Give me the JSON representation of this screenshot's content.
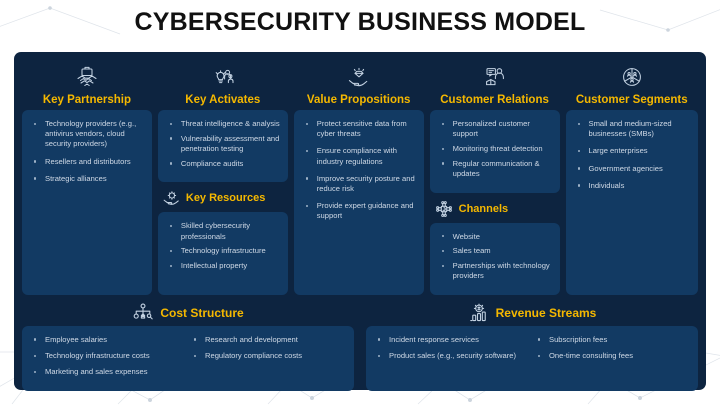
{
  "page": {
    "title": "CYBERSECURITY BUSINESS MODEL",
    "background_color": "#ffffff",
    "panel_color": "#0d2440",
    "card_color": "#123a63",
    "accent_color": "#f5b800",
    "body_text_color": "#cfd9e6"
  },
  "columns": [
    {
      "id": "key-partnership",
      "title": "Key Partnership",
      "icon": "handshake-briefcase-icon",
      "items": [
        "Technology providers (e.g., antivirus vendors, cloud security providers)",
        "Resellers and distributors",
        "Strategic alliances"
      ]
    },
    {
      "id": "key-activates",
      "title": "Key Activates",
      "icon": "lightbulb-people-icon",
      "items": [
        "Threat intelligence & analysis",
        "Vulnerability assessment and penetration testing",
        "Compliance audits"
      ],
      "sub": {
        "id": "key-resources",
        "title": "Key Resources",
        "icon": "hand-gear-icon",
        "items": [
          "Skilled cybersecurity professionals",
          "Technology infrastructure",
          "Intellectual property"
        ]
      }
    },
    {
      "id": "value-propositions",
      "title": "Value Propositions",
      "icon": "hand-diamond-icon",
      "items": [
        "Protect sensitive data from cyber threats",
        "Ensure compliance with industry regulations",
        "Improve security posture and reduce risk",
        "Provide expert guidance and support"
      ]
    },
    {
      "id": "customer-relations",
      "title": "Customer Relations",
      "icon": "person-screen-icon",
      "items": [
        "Personalized customer support",
        "Monitoring threat detection",
        "Regular communication & updates"
      ],
      "sub": {
        "id": "channels",
        "title": "Channels",
        "icon": "network-nodes-icon",
        "items": [
          "Website",
          "Sales team",
          "Partnerships with technology providers"
        ]
      }
    },
    {
      "id": "customer-segments",
      "title": "Customer Segments",
      "icon": "segmented-circle-icon",
      "items": [
        "Small and medium-sized businesses (SMBs)",
        "Large enterprises",
        "Government agencies",
        "Individuals"
      ]
    }
  ],
  "bottom": [
    {
      "id": "cost-structure",
      "title": "Cost Structure",
      "icon": "hierarchy-tree-icon",
      "items_left": [
        "Employee salaries",
        "Technology infrastructure costs",
        "Marketing and sales expenses"
      ],
      "items_right": [
        "Research and development",
        "Regulatory compliance costs"
      ]
    },
    {
      "id": "revenue-streams",
      "title": "Revenue Streams",
      "icon": "coin-bar-chart-icon",
      "items_left": [
        "Incident response services",
        "Product sales (e.g., security software)"
      ],
      "items_right": [
        "Subscription fees",
        "One-time consulting fees"
      ]
    }
  ]
}
